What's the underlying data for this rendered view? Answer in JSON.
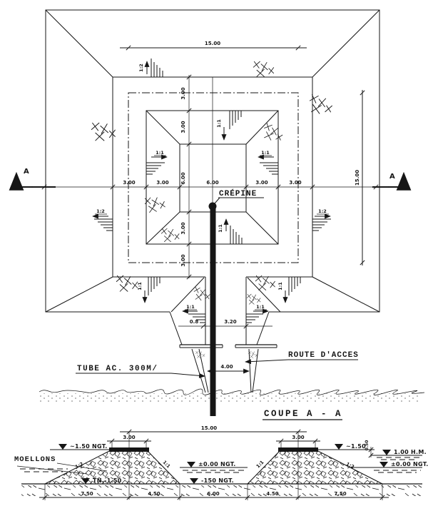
{
  "drawing_type": "hydraulic basin plan and cross section",
  "plan": {
    "dim_width_top": "15.00",
    "dim_height_right": "15.00",
    "center_dims_h": [
      "3.00",
      "3.00",
      "6.00",
      "3.00",
      "3.00"
    ],
    "center_dims_v": [
      "3.00",
      "3.00",
      "6.00",
      "3.00",
      "3.00"
    ],
    "slope_outer": "1:2",
    "slope_inner": "1:1",
    "label_crepine": "CRÉPINE",
    "label_tube": "TUBE AC. 300M/",
    "label_route": "ROUTE D'ACCES",
    "dim_pipe_offset": "0.8",
    "dim_road_top": "3.20",
    "dim_road_bottom": "4.00",
    "section_letter": "A"
  },
  "section": {
    "title": "COUPE A - A",
    "label_moellons": "MOELLONS",
    "dim_crest_spacing": "15.00",
    "dim_crest_width": "3.00",
    "dim_freeboard": "0.50",
    "bottom_dims": [
      "7.50",
      "4.50",
      "6.00",
      "4.50",
      "7.50"
    ],
    "level_left_crest": "~1.50 NGT.",
    "level_left_ground": "TN.-1.50",
    "level_mid_water": "±0.00 NGT.",
    "level_mid_ground": "-150 NGT.",
    "level_right_crest": "~1.50",
    "level_right_sea": "1.00 H.M.",
    "level_right_water": "±0.00 NGT.",
    "slope_outer": "1:2",
    "slope_inner": "1:1"
  },
  "colors": {
    "ink": "#161616",
    "paper": "#ffffff"
  }
}
